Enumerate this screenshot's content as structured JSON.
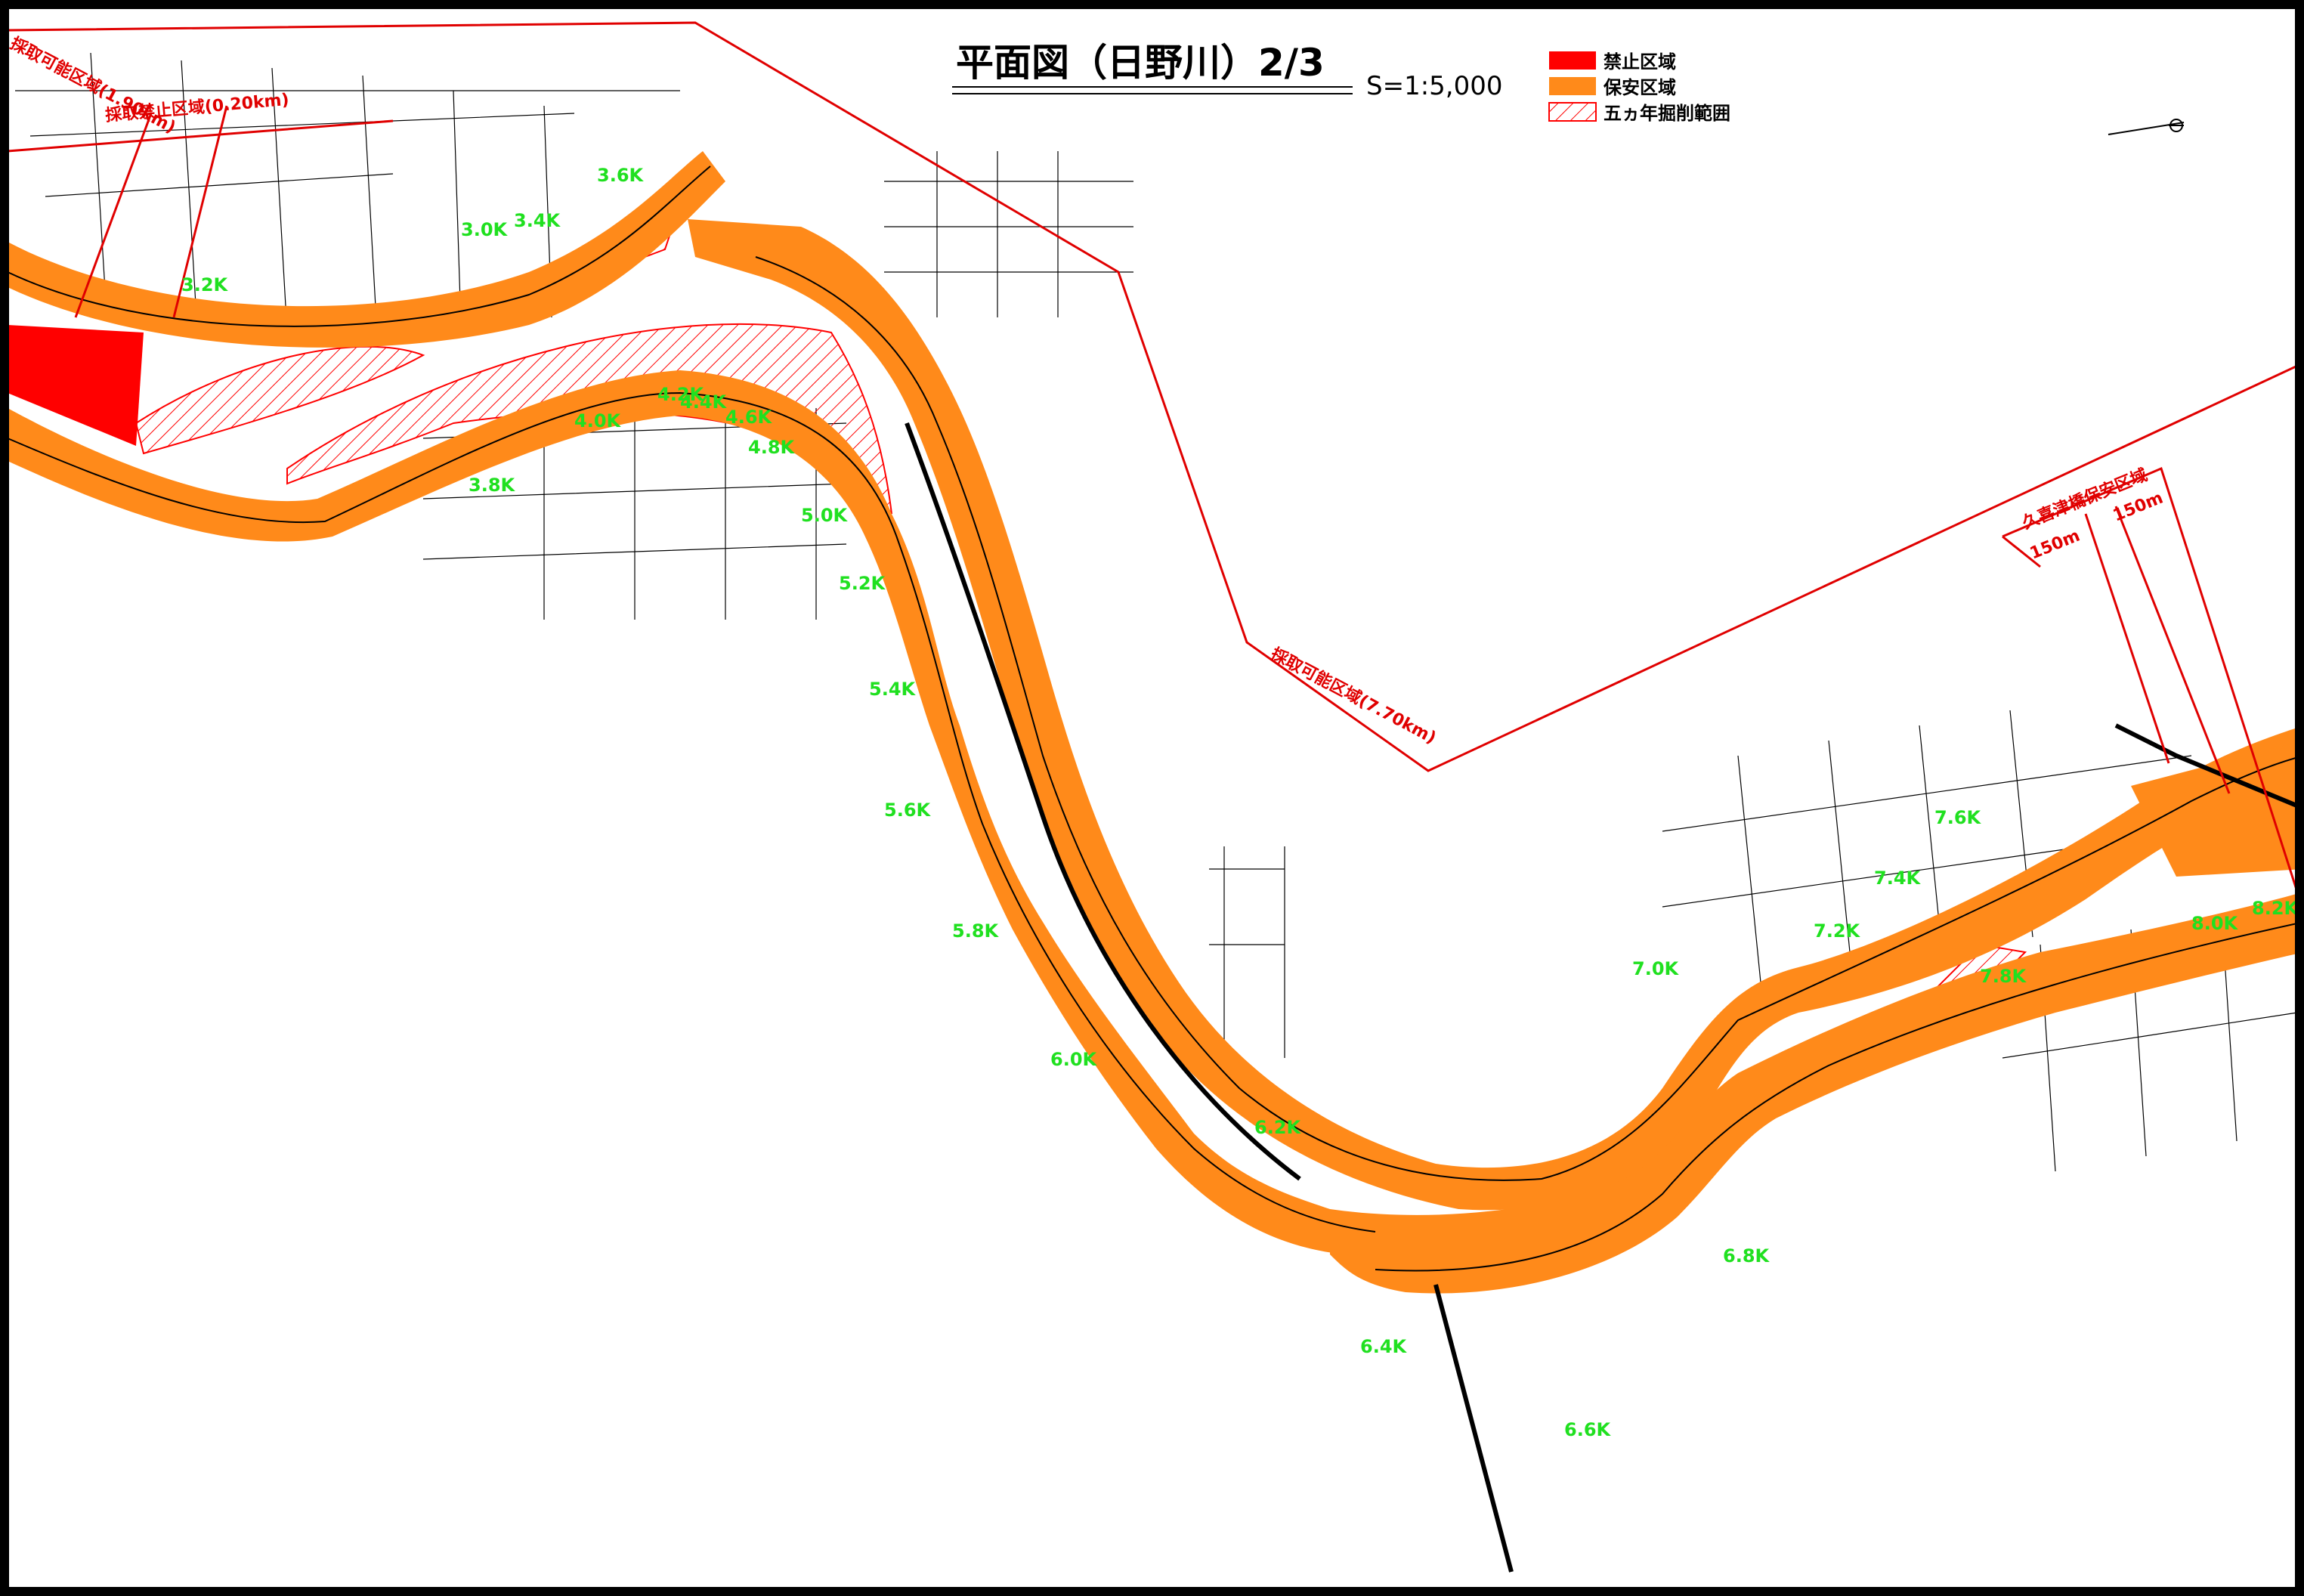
{
  "title": {
    "main": "平面図（日野川）2/3",
    "scale": "S=1:5,000"
  },
  "legend": {
    "items": [
      {
        "label": "禁止区域",
        "color": "#ff0000",
        "pattern": "solid"
      },
      {
        "label": "保安区域",
        "color": "#ff8a1a",
        "pattern": "solid"
      },
      {
        "label": "五ヵ年掘削範囲",
        "color": "#ff0000",
        "pattern": "hatch"
      }
    ]
  },
  "zone_labels": {
    "possible_left": "採取可能区域(1.90km)",
    "prohibited": "採取禁止区域(0.20km)",
    "possible_right": "採取可能区域(7.70km)",
    "bridge_zone": "久喜津橋保安区域",
    "dist_a": "150m",
    "dist_b": "150m"
  },
  "colors": {
    "prohibited": "#ff0000",
    "security": "#ff8a1a",
    "boundary": "#e00000",
    "km_marker": "#20e020",
    "river_bank": "#000000"
  },
  "km_markers": [
    "3.0K",
    "3.2K",
    "3.4K",
    "3.6K",
    "3.8K",
    "4.0K",
    "4.2K",
    "4.4K",
    "4.6K",
    "4.8K",
    "5.0K",
    "5.2K",
    "5.4K",
    "5.6K",
    "5.8K",
    "6.0K",
    "6.2K",
    "6.4K",
    "6.6K",
    "6.8K",
    "7.0K",
    "7.2K",
    "7.4K",
    "7.6K",
    "7.8K",
    "8.0K",
    "8.2K"
  ]
}
